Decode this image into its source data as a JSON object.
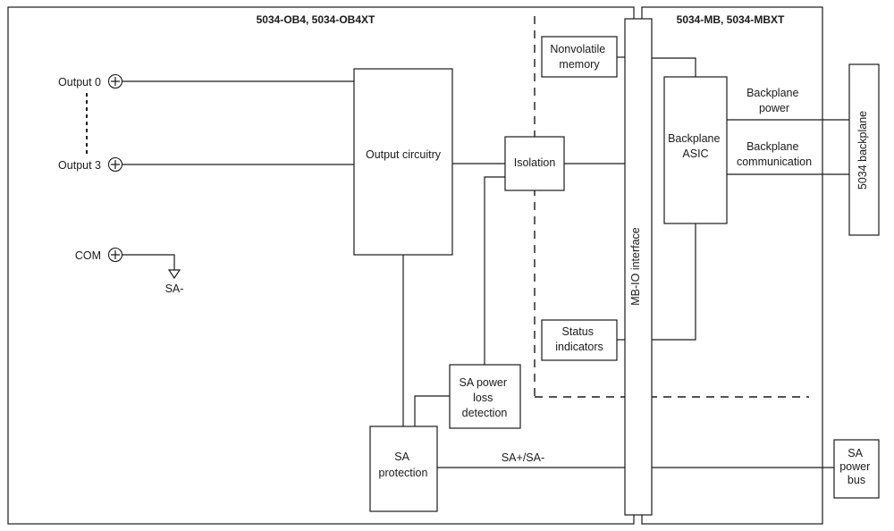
{
  "diagram": {
    "left_module_title": "5034-OB4, 5034-OB4XT",
    "right_module_title": "5034-MB, 5034-MBXT",
    "terminals": {
      "output0": "Output 0",
      "output3": "Output 3",
      "com": "COM",
      "sa_minus": "SA-"
    },
    "blocks": {
      "output_circuitry": "Output circuitry",
      "isolation": "Isolation",
      "nonvolatile_memory": [
        "Nonvolatile",
        "memory"
      ],
      "status_indicators": [
        "Status",
        "indicators"
      ],
      "sa_power_loss": [
        "SA power",
        "loss",
        "detection"
      ],
      "sa_protection": [
        "SA",
        "protection"
      ],
      "mbio_interface": "MB-IO interface",
      "backplane_asic": [
        "Backplane",
        "ASIC"
      ],
      "backplane_5034": "5034 backplane",
      "sa_power_bus": [
        "SA",
        "power",
        "bus"
      ]
    },
    "signals": {
      "backplane_power": [
        "Backplane",
        "power"
      ],
      "backplane_communication": [
        "Backplane",
        "communication"
      ],
      "sa_bus": "SA+/SA-"
    }
  }
}
